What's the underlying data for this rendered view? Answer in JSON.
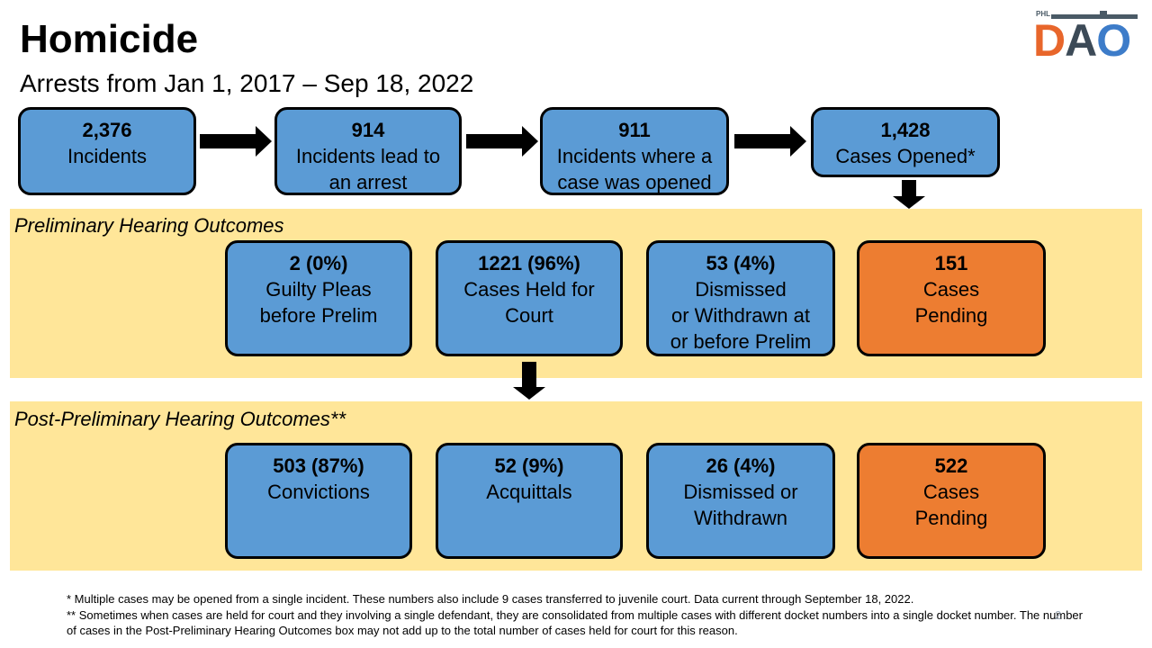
{
  "header": {
    "title": "Homicide",
    "subtitle": "Arrests from Jan 1,  2017 – Sep 18, 2022"
  },
  "logo": {
    "small": "PHL",
    "letters": [
      "D",
      "A",
      "O"
    ]
  },
  "funnel": [
    {
      "num": "2,376",
      "label": "Incidents"
    },
    {
      "num": "914",
      "label": "Incidents lead to\nan arrest"
    },
    {
      "num": "911",
      "label": "Incidents where a\ncase was opened"
    },
    {
      "num": "1,428",
      "label": "Cases Opened*"
    }
  ],
  "prelim": {
    "title": "Preliminary Hearing Outcomes",
    "boxes": [
      {
        "num": "2 (0%)",
        "label": "Guilty Pleas\nbefore Prelim"
      },
      {
        "num": "1221 (96%)",
        "label": "Cases Held for\nCourt"
      },
      {
        "num": "53 (4%)",
        "label": "Dismissed\nor Withdrawn at\nor before Prelim"
      },
      {
        "num": "151",
        "label": "Cases\nPending"
      }
    ]
  },
  "post": {
    "title": "Post-Preliminary Hearing Outcomes**",
    "boxes": [
      {
        "num": "503 (87%)",
        "label": "Convictions"
      },
      {
        "num": "52 (9%)",
        "label": "Acquittals"
      },
      {
        "num": "26 (4%)",
        "label": "Dismissed or\nWithdrawn"
      },
      {
        "num": "522",
        "label": "Cases\nPending"
      }
    ]
  },
  "footnotes": [
    "* Multiple cases may be opened from a single incident. These numbers also include 9 cases transferred to juvenile court. Data current through September 18, 2022.",
    "** Sometimes when cases are held for court and they involving a single defendant, they are consolidated from multiple cases with different docket numbers into a single docket number. The number of cases in the Post-Preliminary Hearing Outcomes box may not add up to the total number of cases held for court for this reason."
  ],
  "page_number": "2",
  "colors": {
    "box_blue": "#5b9bd5",
    "box_orange": "#ed7d31",
    "band": "#ffe699"
  },
  "icons": [
    "arrow-right-icon",
    "arrow-down-icon"
  ]
}
